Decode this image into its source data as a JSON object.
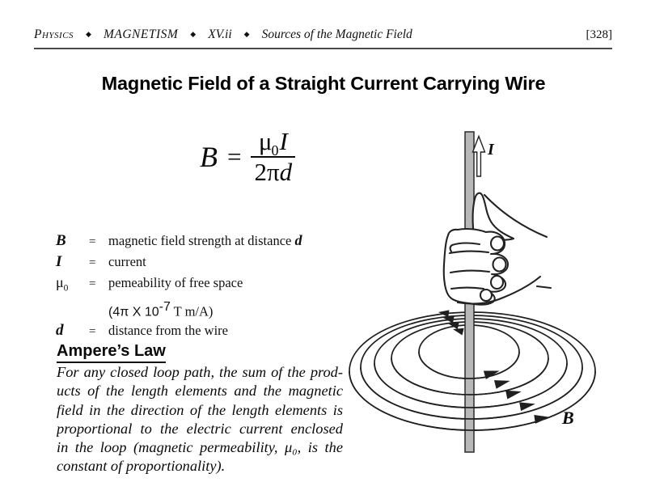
{
  "page": {
    "number_label": "[328]",
    "header": {
      "items": [
        "Physics",
        "MAGNETISM",
        "XV.ii",
        "Sources of the Magnetic Field"
      ],
      "separator": "◆"
    },
    "title": "Magnetic Field of a Straight Current Carrying Wire"
  },
  "formula": {
    "lhs": "B",
    "equals": "=",
    "numerator": {
      "mu": "μ",
      "sub": "0",
      "var": "I"
    },
    "denominator": {
      "coef": "2",
      "pi": "π",
      "var": "d"
    }
  },
  "definitions": [
    {
      "symbol": "B",
      "eq": "=",
      "text_before": "magnetic field strength at distance ",
      "text_emph": "d"
    },
    {
      "symbol": "I",
      "eq": "=",
      "text": "current"
    },
    {
      "symbol": "μ",
      "symbol_sub": "0",
      "eq": "=",
      "text": "pemeability of free space",
      "subtext": {
        "pre": "(4π X 10",
        "sup": "-7",
        "post": "  T m/A)"
      }
    },
    {
      "symbol": "d",
      "eq": "=",
      "text": "distance from the wire"
    }
  ],
  "ampere": {
    "heading": "Ampere’s Law",
    "lines": [
      "For any closed loop path, the sum of the prod-",
      "ucts of the length elements and the magnetic",
      "field in the direction of the length elements is",
      "proportional to the electric current enclosed",
      "in the loop (magnetic permeability, μ₀, is the",
      "constant of proportionality)."
    ]
  },
  "diagram": {
    "current_label": "I",
    "field_label": "B",
    "wire_color": "#b8b8b8",
    "line_color": "#1f1f1f",
    "loop_count": 5
  }
}
